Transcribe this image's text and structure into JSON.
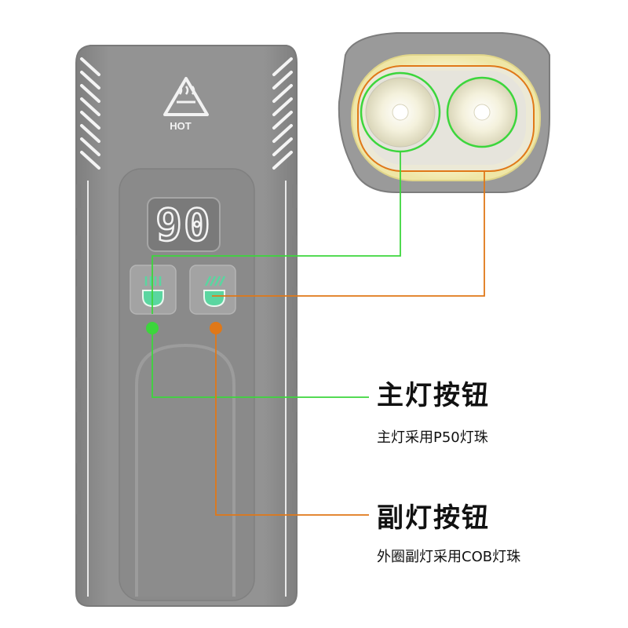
{
  "device": {
    "hot_label": "HOT",
    "display_value": "90"
  },
  "callouts": [
    {
      "title": "主灯按钮",
      "desc": "主灯采用P50灯珠"
    },
    {
      "title": "副灯按钮",
      "desc": "外圈副灯采用COB灯珠"
    }
  ],
  "colors": {
    "body": "#8e8e8e",
    "body_dark": "#7c7c7c",
    "stripe": "#f2f2f2",
    "main_line": "#3cd63c",
    "aux_line": "#e07818",
    "led_glow": "#f6f2c8",
    "indicator": "#5ad6a0"
  },
  "icons": [
    "hot-warning-icon",
    "main-light-icon",
    "aux-light-icon"
  ]
}
